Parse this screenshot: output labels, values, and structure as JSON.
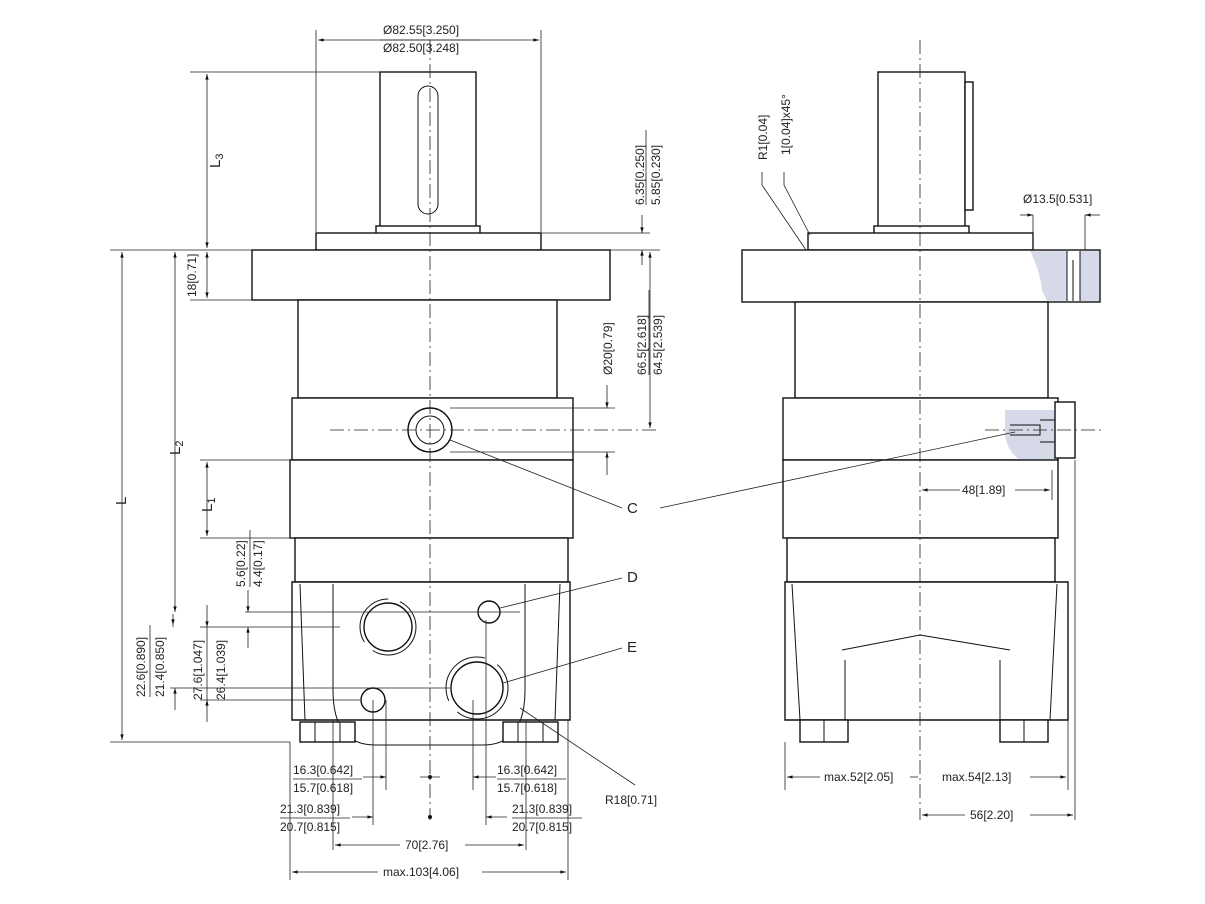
{
  "drawing": {
    "shaft_dia_max": "Ø82.55[3.250]",
    "shaft_dia_min": "Ø82.50[3.248]",
    "L3": "L",
    "L3_sub": "3",
    "L2": "L",
    "L2_sub": "2",
    "L1": "L",
    "L1_sub": "1",
    "L": "L",
    "pilot_max": "6.35[0.250]",
    "pilot_min": "5.85[0.230]",
    "flange_thk": "18[0.71]",
    "port_dia": "Ø20[0.79]",
    "port_pos_max": "66.5[2.618]",
    "port_pos_min": "64.5[2.539]",
    "d_off_max": "5.6[0.22]",
    "d_off_min": "4.4[0.17]",
    "e_max": "22.6[0.890]",
    "e_min": "21.4[0.850]",
    "f_max": "27.6[1.047]",
    "f_min": "26.4[1.039]",
    "lh1_max": "16.3[0.642]",
    "lh1_min": "15.7[0.618]",
    "rh1_max": "16.3[0.642]",
    "rh1_min": "15.7[0.618]",
    "lh2_max": "21.3[0.839]",
    "lh2_min": "20.7[0.815]",
    "rh2_max": "21.3[0.839]",
    "rh2_min": "20.7[0.815]",
    "spacing": "70[2.76]",
    "width_max": "max.103[4.06]",
    "radius": "R18[0.71]",
    "label_c": "C",
    "label_d": "D",
    "label_e": "E",
    "fillet": "R1[0.04]",
    "chamfer": "1[0.04]x45°",
    "hole_dia": "Ø13.5[0.531]",
    "port_depth": "48[1.89]",
    "left_max": "max.52[2.05]",
    "right_max": "max.54[2.13]",
    "bolt_pos": "56[2.20]"
  },
  "colors": {
    "section": "#d5d9e8",
    "line": "#111111"
  }
}
